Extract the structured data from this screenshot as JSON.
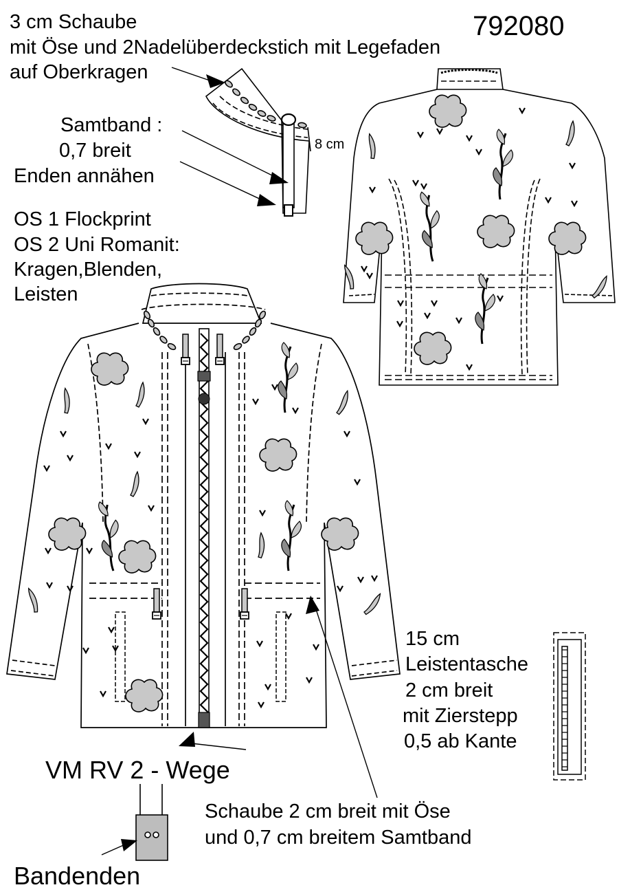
{
  "sheet": {
    "style_number": "792080",
    "collar_note": {
      "line1": "3 cm Schaube",
      "line2": "mit Öse und 2Nadelüberdeckstich mit Legefaden",
      "line3": "auf Oberkragen"
    },
    "ribbon_note": {
      "line1": "Samtband :",
      "line2": "0,7 breit",
      "line3": "Enden annähen"
    },
    "collar_height": "8 cm",
    "fabric_note": {
      "line1": "OS 1 Flockprint",
      "line2": "OS 2 Uni Romanit:",
      "line3": "Kragen,Blenden,",
      "line4": "Leisten"
    },
    "pocket_note": {
      "line1": "15 cm",
      "line2": "Leistentasche",
      "line3": "2 cm breit",
      "line4": "mit Zierstepp",
      "line5": "0,5 ab Kante"
    },
    "zipper_note": "VM RV 2 - Wege",
    "casing_note": {
      "line1": "Schaube 2 cm breit mit Öse",
      "line2": "und 0,7 cm breitem Samtband"
    },
    "ribbon_ends_label": "Bandenden"
  },
  "colors": {
    "line": "#000000",
    "print_fill": "#c8c8c8",
    "print_dark": "#8c8c8c",
    "background": "#ffffff"
  }
}
